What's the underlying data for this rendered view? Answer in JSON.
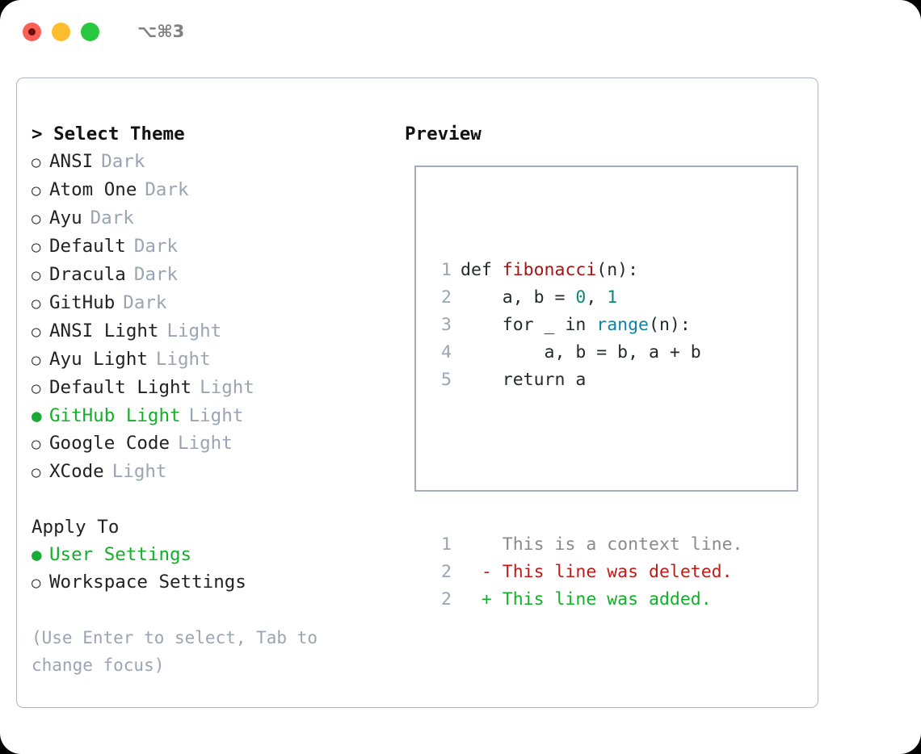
{
  "window": {
    "shortcut_title": "⌥⌘3",
    "traffic_lights": [
      "close-red",
      "minimize-yellow",
      "maximize-green"
    ]
  },
  "theme_picker": {
    "header": "> Select Theme",
    "items": [
      {
        "bullet": "○",
        "label": "ANSI",
        "tag": "Dark",
        "selected": false
      },
      {
        "bullet": "○",
        "label": "Atom One",
        "tag": "Dark",
        "selected": false
      },
      {
        "bullet": "○",
        "label": "Ayu",
        "tag": "Dark",
        "selected": false
      },
      {
        "bullet": "○",
        "label": "Default",
        "tag": "Dark",
        "selected": false
      },
      {
        "bullet": "○",
        "label": "Dracula",
        "tag": "Dark",
        "selected": false
      },
      {
        "bullet": "○",
        "label": "GitHub",
        "tag": "Dark",
        "selected": false
      },
      {
        "bullet": "○",
        "label": "ANSI Light",
        "tag": "Light",
        "selected": false
      },
      {
        "bullet": "○",
        "label": "Ayu Light",
        "tag": "Light",
        "selected": false
      },
      {
        "bullet": "○",
        "label": "Default Light",
        "tag": "Light",
        "selected": false
      },
      {
        "bullet": "●",
        "label": "GitHub Light",
        "tag": "Light",
        "selected": true
      },
      {
        "bullet": "○",
        "label": "Google Code",
        "tag": "Light",
        "selected": false
      },
      {
        "bullet": "○",
        "label": "XCode",
        "tag": "Light",
        "selected": false
      }
    ]
  },
  "apply_to": {
    "header": "Apply To",
    "items": [
      {
        "bullet": "●",
        "label": "User Settings",
        "selected": true
      },
      {
        "bullet": "○",
        "label": "Workspace Settings",
        "selected": false
      }
    ]
  },
  "hint": "(Use Enter to select, Tab to change focus)",
  "preview": {
    "header": "Preview",
    "code_lines": [
      {
        "num": "1",
        "parts": [
          {
            "text": "def ",
            "style": "plain"
          },
          {
            "text": "fibonacci",
            "style": "fn"
          },
          {
            "text": "(n):",
            "style": "plain"
          }
        ]
      },
      {
        "num": "2",
        "parts": [
          {
            "text": "    a, b = ",
            "style": "plain"
          },
          {
            "text": "0",
            "style": "num"
          },
          {
            "text": ", ",
            "style": "plain"
          },
          {
            "text": "1",
            "style": "num"
          }
        ]
      },
      {
        "num": "3",
        "parts": [
          {
            "text": "    for _ in ",
            "style": "plain"
          },
          {
            "text": "range",
            "style": "call"
          },
          {
            "text": "(n):",
            "style": "plain"
          }
        ]
      },
      {
        "num": "4",
        "parts": [
          {
            "text": "        a, b = b, a + b",
            "style": "plain"
          }
        ]
      },
      {
        "num": "5",
        "parts": [
          {
            "text": "    return a",
            "style": "plain"
          }
        ]
      }
    ],
    "diff_lines": [
      {
        "num": "1",
        "marker": "  ",
        "text": "This is a context line.",
        "kind": "ctx"
      },
      {
        "num": "2",
        "marker": "- ",
        "text": "This line was deleted.",
        "kind": "del"
      },
      {
        "num": "2",
        "marker": "+ ",
        "text": "This line was added.",
        "kind": "add"
      }
    ]
  },
  "colors": {
    "selected_green": "#12b02a",
    "muted_grey": "#9aa4b2",
    "border": "#aeb6c2",
    "diff_add": "#12b02a",
    "diff_del": "#c21b17",
    "token_function": "#a31515",
    "token_call": "#1282a2",
    "token_number": "#0f8a72"
  }
}
